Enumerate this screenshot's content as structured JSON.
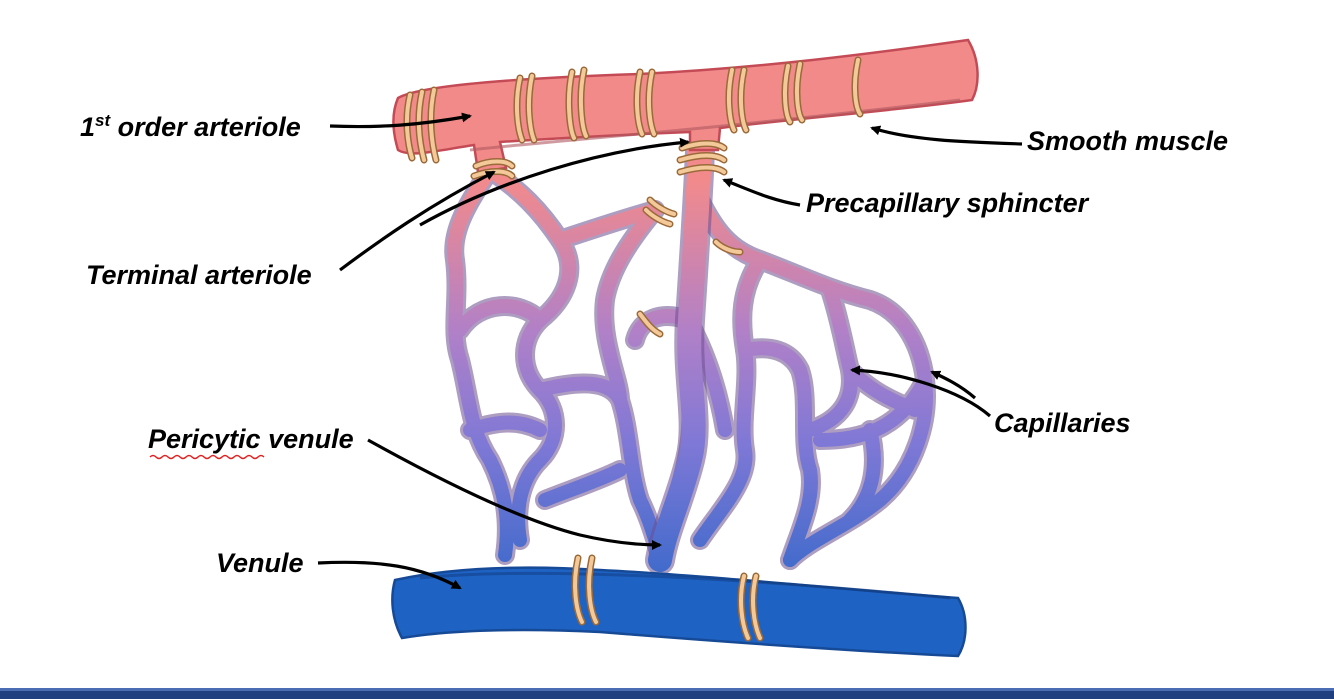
{
  "labels": {
    "first_order_num": "1",
    "first_order_sup": "st",
    "first_order_rest": " order arteriole",
    "smooth_muscle": "Smooth muscle",
    "precapillary": "Precapillary sphincter",
    "terminal": "Terminal arteriole",
    "capillaries": "Capillaries",
    "pericytic": "Pericytic venule",
    "venule": "Venule"
  },
  "colors": {
    "arteriole": "#f08a8a",
    "arteriole_dark": "#c04f57",
    "venule": "#1e63c4",
    "venule_dark": "#164a97",
    "capillary_mid": "#9a7fd0",
    "muscle": "#f4c99a",
    "muscle_outline": "#9b6a3a",
    "bottom_bar": "#1f3f7f",
    "spell_underline": "#e02020"
  }
}
